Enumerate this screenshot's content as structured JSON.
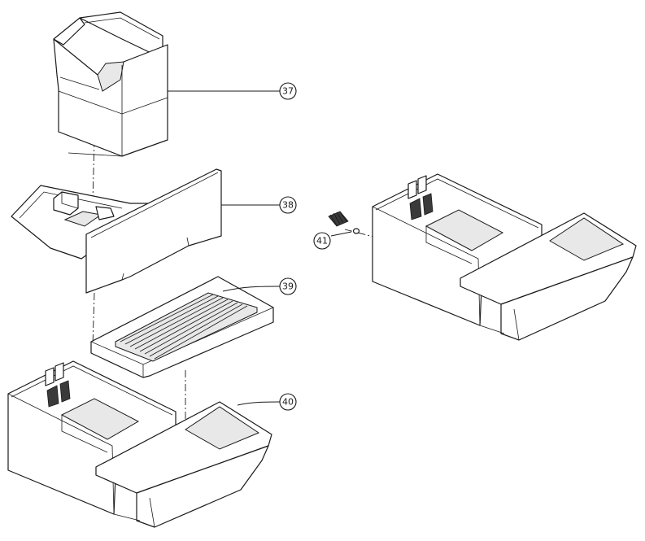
{
  "callouts": {
    "c37": "37",
    "c38": "38",
    "c39": "39",
    "c40": "40",
    "c41": "41"
  },
  "parts": [
    {
      "ref": "37",
      "icon": "ice-bucket-icon"
    },
    {
      "ref": "38",
      "icon": "drawer-icon"
    },
    {
      "ref": "39",
      "icon": "drip-tray-grille-icon"
    },
    {
      "ref": "40",
      "icon": "tray-housing-icon"
    },
    {
      "ref": "41",
      "icon": "spring-icon"
    }
  ],
  "colors": {
    "line": "#1a1a1a",
    "fill": "#ffffff",
    "shade": "#e8e8e8"
  }
}
